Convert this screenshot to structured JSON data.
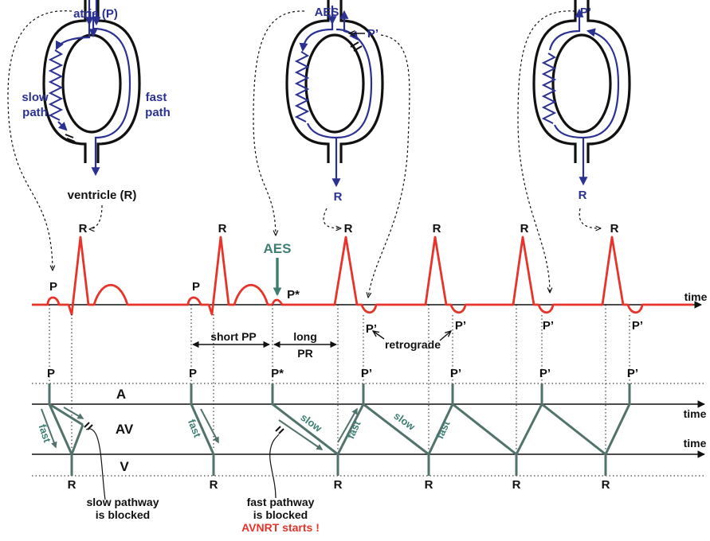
{
  "colors": {
    "ecg": "#e8332a",
    "pathway": "#2a3193",
    "ladder": "#52726c",
    "accent": "#3e7e72",
    "warning": "#e8332a",
    "ink": "#111111"
  },
  "diagram1": {
    "top_label": "atria (P)",
    "left_label_line1": "slow",
    "left_label_line2": "path",
    "right_label_line1": "fast",
    "right_label_line2": "path",
    "bottom_label": "ventricle (R)"
  },
  "diagram2": {
    "top_label": "AES",
    "side_label": "P’",
    "bottom_label": "R"
  },
  "diagram3": {
    "top_label": "P’",
    "bottom_label": "R"
  },
  "ecg": {
    "time_label": "time",
    "p_labels": [
      "P",
      "P"
    ],
    "p_star": "P*",
    "r_labels": [
      "R",
      "R",
      "R",
      "R",
      "R",
      "R"
    ],
    "p_prime_labels": [
      "P’",
      "P’",
      "P’",
      "P’"
    ],
    "aes_label": "AES",
    "short_pp": "short PP",
    "long_line1": "long",
    "long_line2": "PR",
    "retrograde": "retrograde"
  },
  "ladder": {
    "row_a": "A",
    "row_av": "AV",
    "row_v": "V",
    "time_label": "time",
    "top_labels": [
      "P",
      "P",
      "P*",
      "P’",
      "P’",
      "P’",
      "P’"
    ],
    "bottom_labels": [
      "R",
      "R",
      "R",
      "R",
      "R",
      "R"
    ],
    "path_labels": {
      "fast1": "fast",
      "fast2": "fast",
      "slow1": "slow",
      "fast3": "fast",
      "slow2": "slow",
      "fast4": "fast"
    }
  },
  "notes": {
    "slow_block_line1": "slow pathway",
    "slow_block_line2": "is blocked",
    "fast_block_line1": "fast pathway",
    "fast_block_line2": "is blocked",
    "avnrt": "AVNRT starts !"
  }
}
